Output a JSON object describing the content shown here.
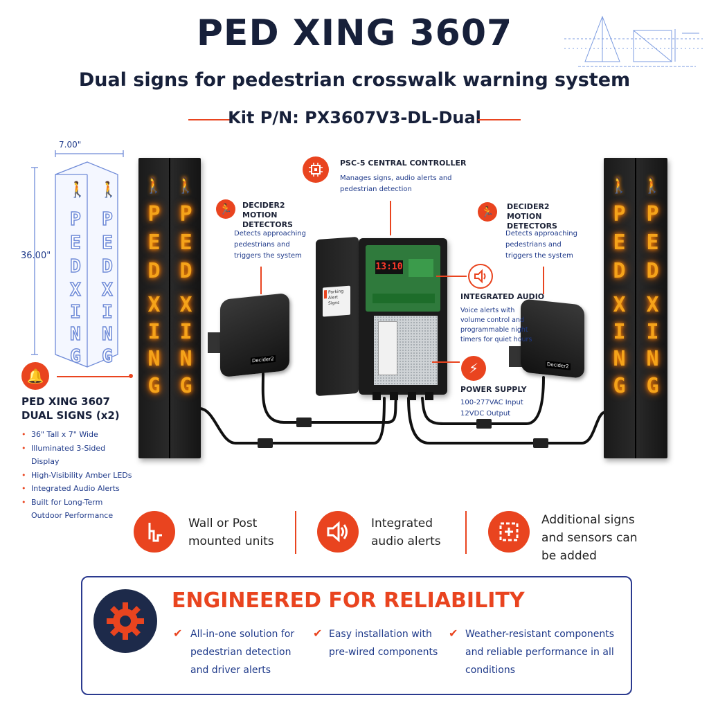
{
  "header": {
    "title": "PED XING 3607",
    "subtitle": "Dual signs for pedestrian crosswalk warning system",
    "kit_pn": "Kit P/N: PX3607V3-DL-Dual"
  },
  "dimensions": {
    "width": "7.00\"",
    "height": "36.00\""
  },
  "sign_text": {
    "line1": "PED",
    "line2": "XING"
  },
  "controller": {
    "title": "PSC-5 CENTRAL CONTROLLER",
    "desc": "Manages signs, audio alerts and pedestrian detection",
    "door_label": "Parking Alert Signs",
    "display": "13:10"
  },
  "detector_left": {
    "title": "DECIDER2 MOTION DETECTORS",
    "desc": "Detects approaching pedestrians and triggers the system",
    "label": "Decider2"
  },
  "detector_right": {
    "title": "DECIDER2 MOTION DETECTORS",
    "desc": "Detects approaching pedestrians and triggers the system",
    "label": "Decider2"
  },
  "audio": {
    "title": "INTEGRATED AUDIO",
    "desc": "Voice alerts with volume control and programmable night timers for quiet hours"
  },
  "power": {
    "title": "POWER SUPPLY",
    "line1": "100-277VAC Input",
    "line2": "12VDC Output"
  },
  "dual_signs": {
    "title": "PED XING 3607 DUAL SIGNS (x2)",
    "bullets": [
      "36\" Tall x 7\" Wide",
      "Illuminated 3-Sided Display",
      "High-Visibility Amber LEDs",
      "Integrated Audio Alerts",
      "Built for Long-Term Outdoor Performance"
    ]
  },
  "features": [
    {
      "icon": "post-mount-icon",
      "text": "Wall or Post mounted units"
    },
    {
      "icon": "speaker-icon",
      "text": "Integrated audio alerts"
    },
    {
      "icon": "add-sign-icon",
      "text": "Additional signs and sensors can be added"
    }
  ],
  "reliability": {
    "title": "ENGINEERED FOR RELIABILITY",
    "items": [
      "All-in-one solution for pedestrian detection and driver alerts",
      "Easy installation with pre-wired components",
      "Weather-resistant components and reliable performance in all conditions"
    ]
  },
  "colors": {
    "accent": "#e9441f",
    "navy": "#17203a",
    "amber": "#f5a31a",
    "blue": "#1f3a8a"
  }
}
